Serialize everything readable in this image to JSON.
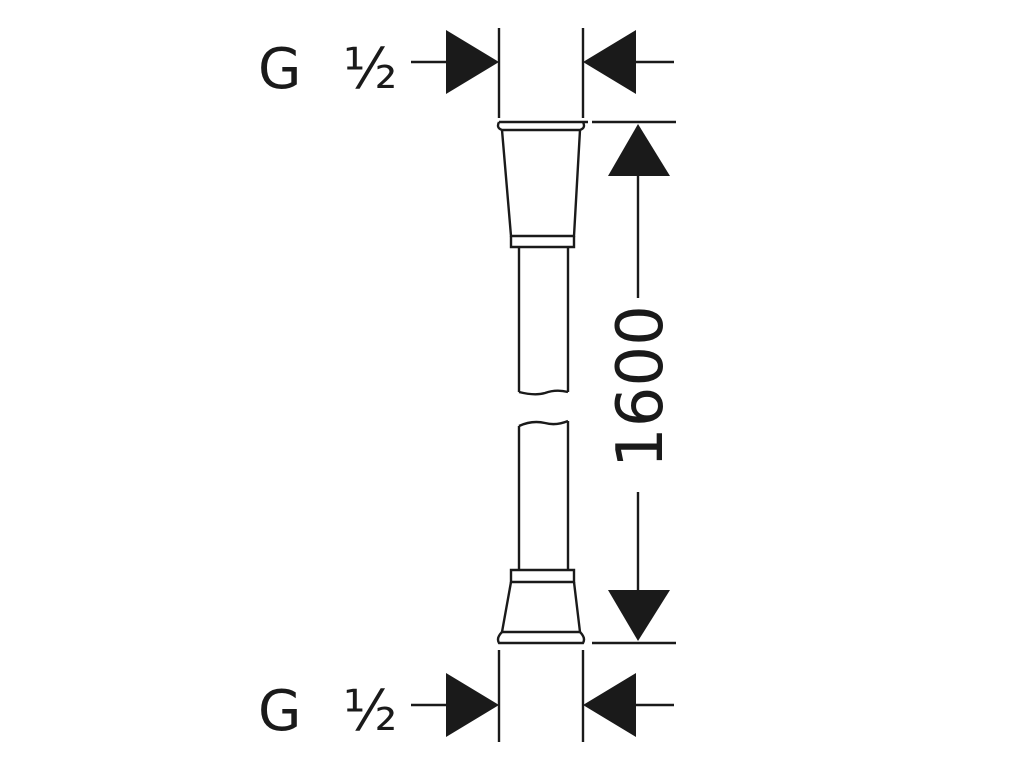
{
  "top_thread": {
    "letter": "G",
    "size": "½"
  },
  "bottom_thread": {
    "letter": "G",
    "size": "½"
  },
  "length_dimension": {
    "value": "1600"
  },
  "colors": {
    "line": "#1a1a1a",
    "background": "#ffffff"
  }
}
